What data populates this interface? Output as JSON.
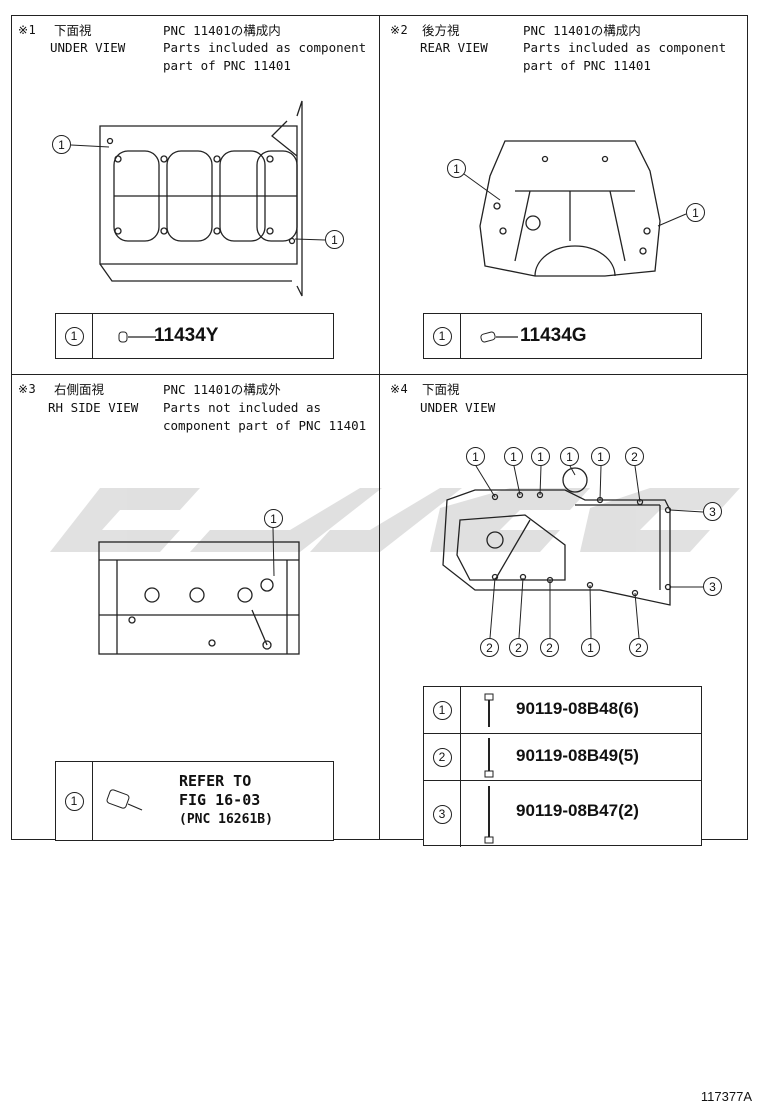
{
  "panels": [
    {
      "mark": "※1",
      "title_jp": "下面視",
      "title_en": "UNDER VIEW",
      "note_jp": "PNC 11401の構成内",
      "note_en": "Parts included as component part of PNC 11401",
      "legend": [
        {
          "num": "1",
          "part": "11434Y"
        }
      ]
    },
    {
      "mark": "※2",
      "title_jp": "後方視",
      "title_en": "REAR VIEW",
      "note_jp": "PNC 11401の構成内",
      "note_en": "Parts included as component part of PNC 11401",
      "legend": [
        {
          "num": "1",
          "part": "11434G"
        }
      ]
    },
    {
      "mark": "※3",
      "title_jp": "右側面視",
      "title_en": "RH SIDE VIEW",
      "note_jp": "PNC 11401の構成外",
      "note_en": "Parts not included as component part of PNC 11401",
      "legend": [
        {
          "num": "1",
          "refer_line1": "REFER TO",
          "refer_line2": "FIG 16-03",
          "refer_line3": "(PNC 16261B)"
        }
      ]
    },
    {
      "mark": "※4",
      "title_jp": "下面視",
      "title_en": "UNDER VIEW",
      "legend": [
        {
          "num": "1",
          "part": "90119-08B48(6)"
        },
        {
          "num": "2",
          "part": "90119-08B49(5)"
        },
        {
          "num": "3",
          "part": "90119-08B47(2)"
        }
      ],
      "callouts": {
        "c1": "1",
        "c2": "2",
        "c3": "3"
      }
    }
  ],
  "figure_id": "117377A"
}
